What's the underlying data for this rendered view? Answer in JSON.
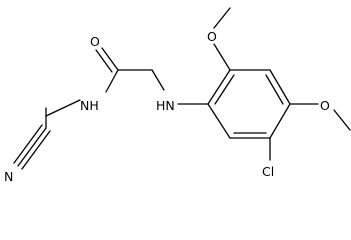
{
  "atoms": {
    "n_cyano": "N",
    "nh_amide": "NH",
    "o_carbonyl": "O",
    "nh_amine": "HN",
    "o_methoxy_top": "O",
    "o_methoxy_right": "O",
    "cl": "Cl"
  },
  "colors": {
    "bond": "#000000",
    "label": "#000000",
    "background": "#ffffff"
  }
}
